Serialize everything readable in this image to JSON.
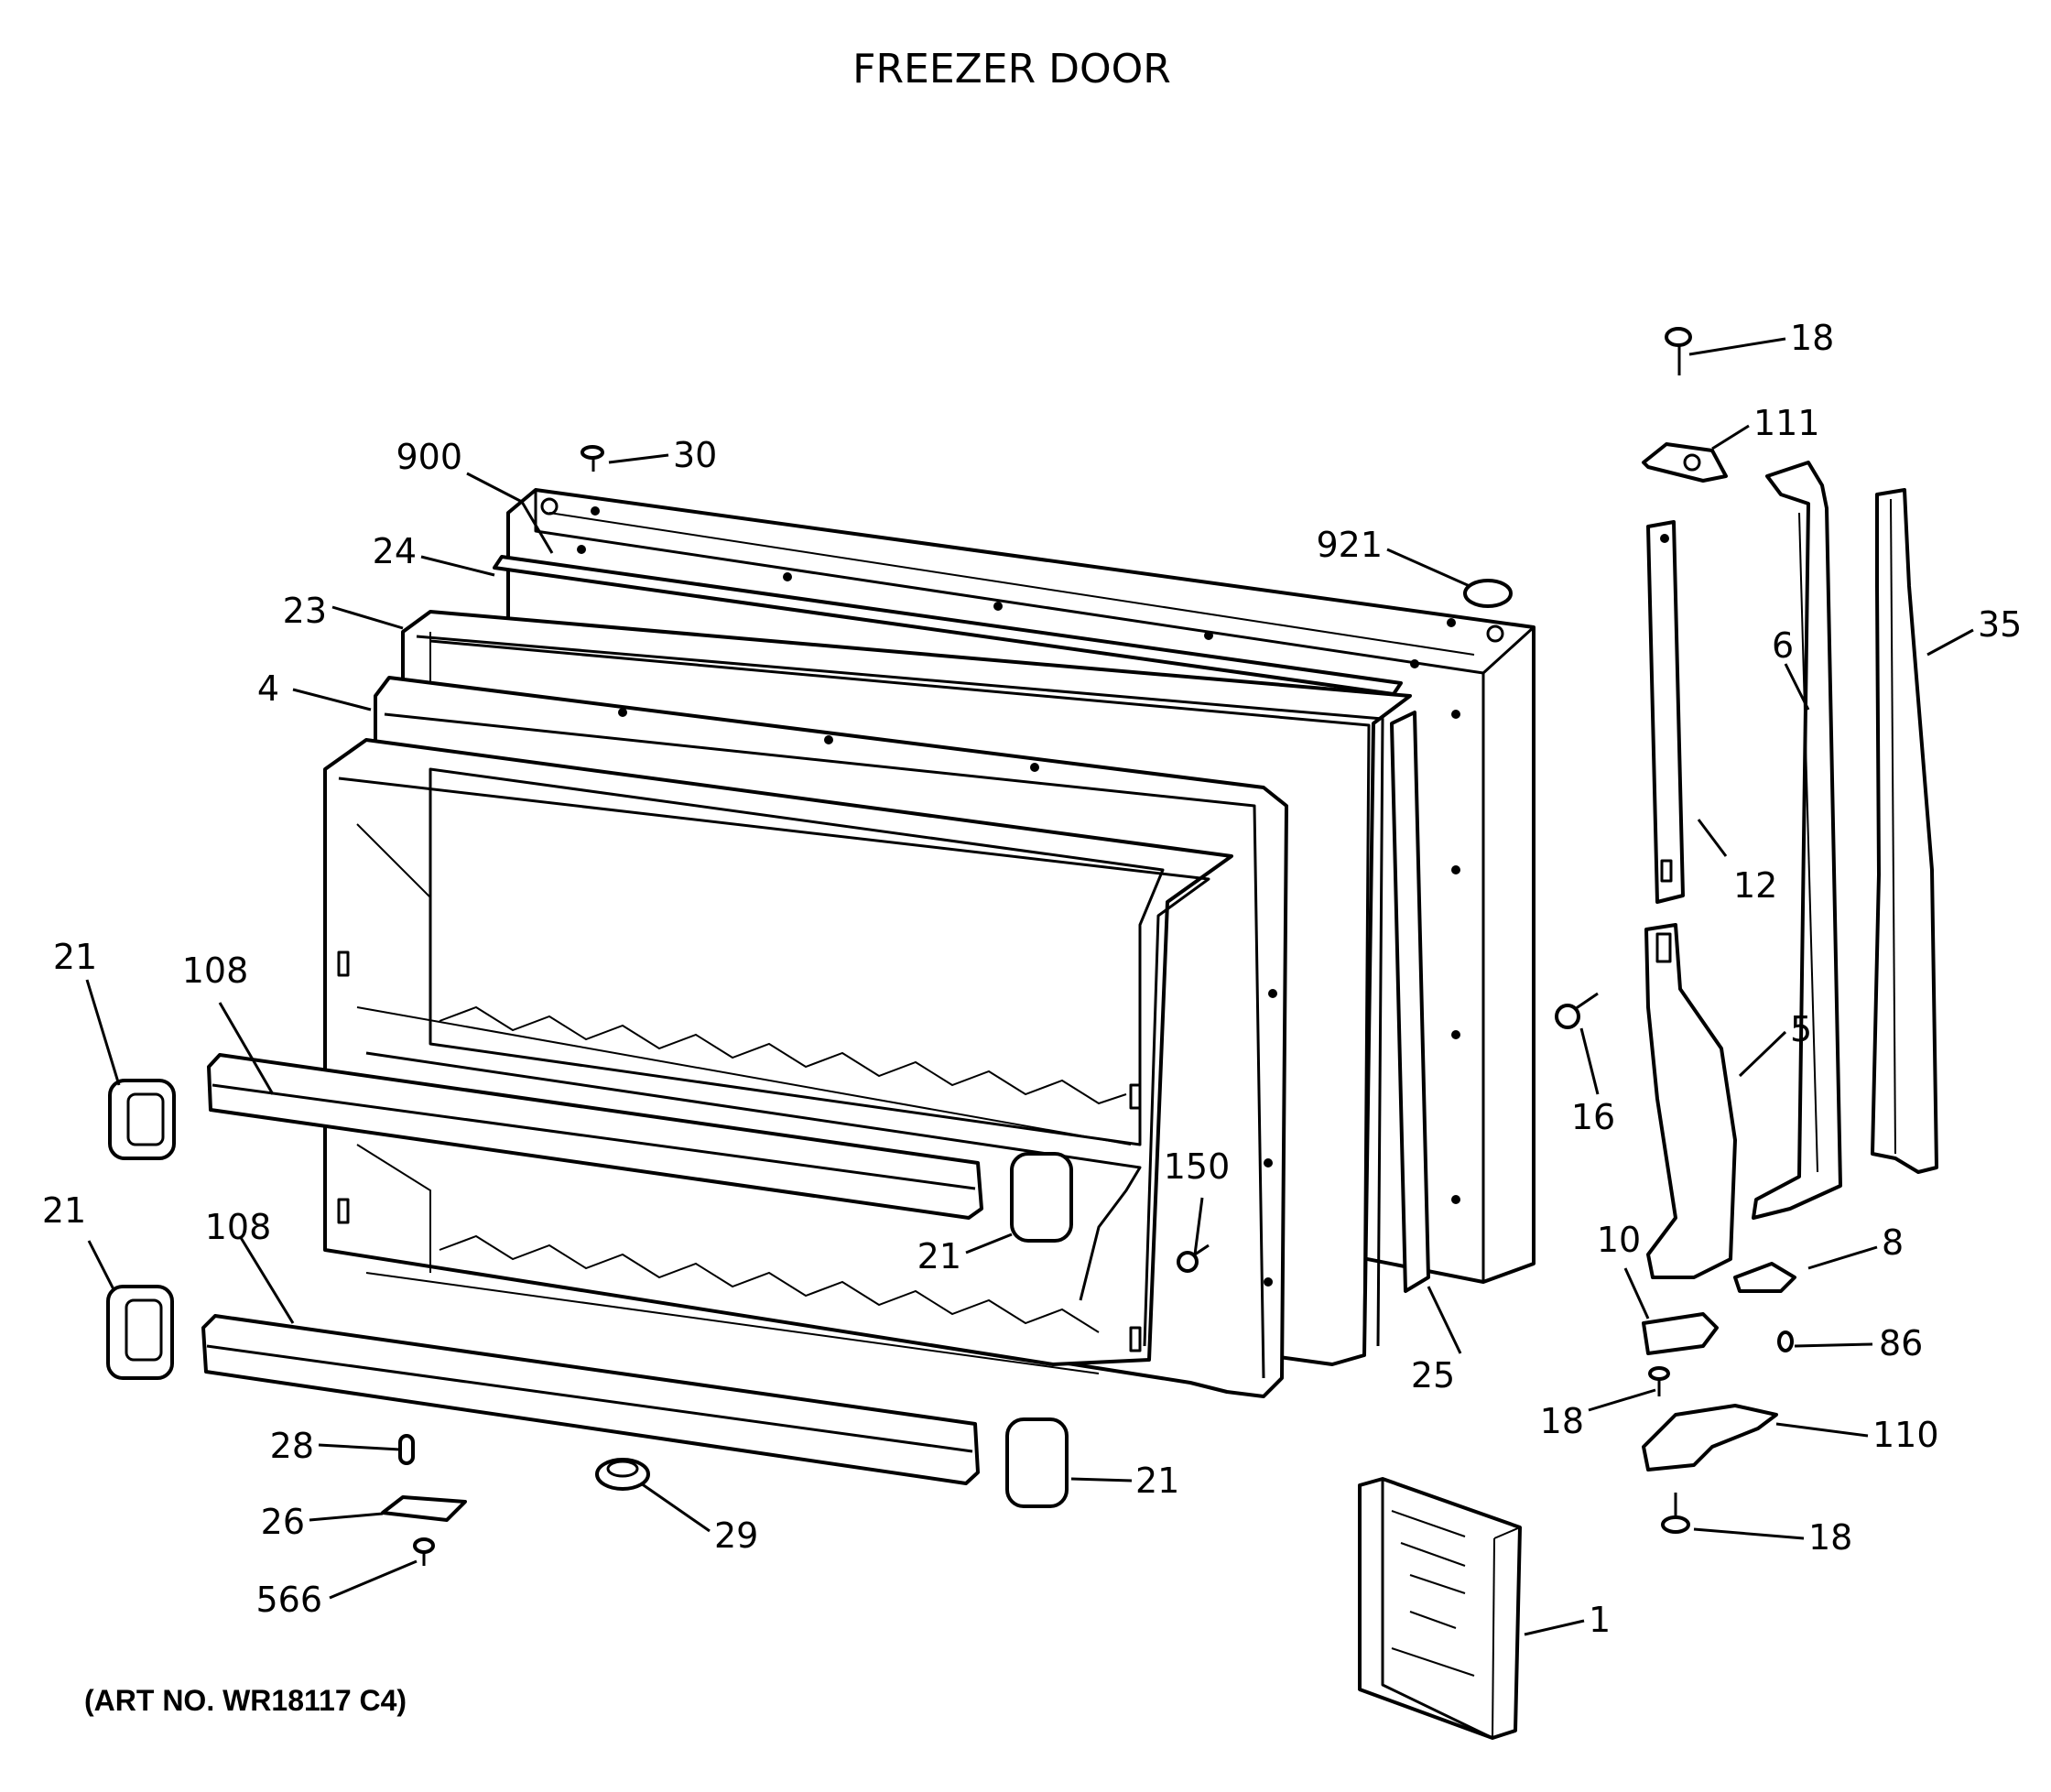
{
  "title": "FREEZER DOOR",
  "art_number": "(ART NO. WR18117 C4)",
  "callouts": {
    "c900": "900",
    "c30": "30",
    "c24": "24",
    "c23": "23",
    "c4": "4",
    "c921": "921",
    "c18_top": "18",
    "c111": "111",
    "c6": "6",
    "c35": "35",
    "c12": "12",
    "c5": "5",
    "c16": "16",
    "c21_a": "21",
    "c108_a": "108",
    "c21_b": "21",
    "c108_b": "108",
    "c21_c": "21",
    "c150": "150",
    "c10": "10",
    "c8": "8",
    "c86": "86",
    "c25": "25",
    "c18_mid": "18",
    "c110": "110",
    "c18_bot": "18",
    "c28": "28",
    "c26": "26",
    "c566": "566",
    "c29": "29",
    "c21_d": "21",
    "c1": "1"
  }
}
